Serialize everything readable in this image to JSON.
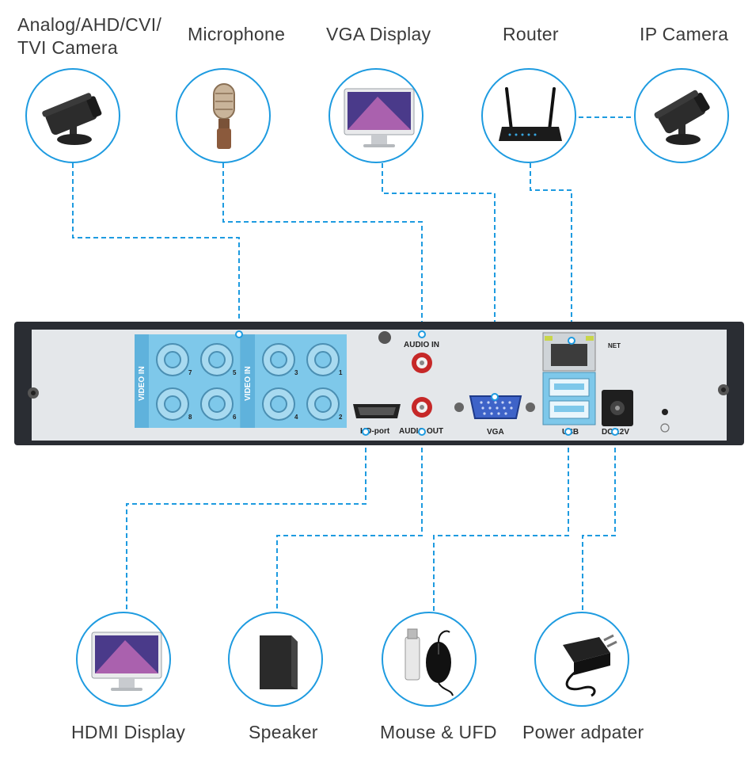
{
  "devices_top": [
    {
      "label_lines": [
        "Analog/AHD/CVI/",
        "TVI Camera"
      ],
      "icon": "bullet-camera-icon"
    },
    {
      "label_lines": [
        "Microphone"
      ],
      "icon": "microphone-icon"
    },
    {
      "label_lines": [
        "VGA Display"
      ],
      "icon": "monitor-icon"
    },
    {
      "label_lines": [
        "Router"
      ],
      "icon": "router-icon"
    },
    {
      "label_lines": [
        "IP Camera"
      ],
      "icon": "ip-camera-icon"
    }
  ],
  "devices_bottom": [
    {
      "label": "HDMI Display",
      "icon": "monitor-icon"
    },
    {
      "label": "Speaker",
      "icon": "speaker-icon"
    },
    {
      "label": "Mouse & UFD",
      "icon": "mouse-usb-drive-icon"
    },
    {
      "label": "Power adpater",
      "icon": "power-adapter-icon"
    }
  ],
  "dvr_panel": {
    "video_in_label": "VIDEO IN",
    "channel_numbers": [
      "7",
      "5",
      "3",
      "1",
      "8",
      "6",
      "4",
      "2"
    ],
    "audio_in": "AUDIO IN",
    "audio_out": "AUDIO OUT",
    "hd_port": "HD-port",
    "vga": "VGA",
    "net": "NET",
    "usb": "USB",
    "dc": "DC 12V"
  },
  "colors": {
    "wire": "#1e9be0",
    "highlight": "#7ec8ea",
    "chassis": "#2a2d33",
    "panel": "#e4e7ea"
  }
}
